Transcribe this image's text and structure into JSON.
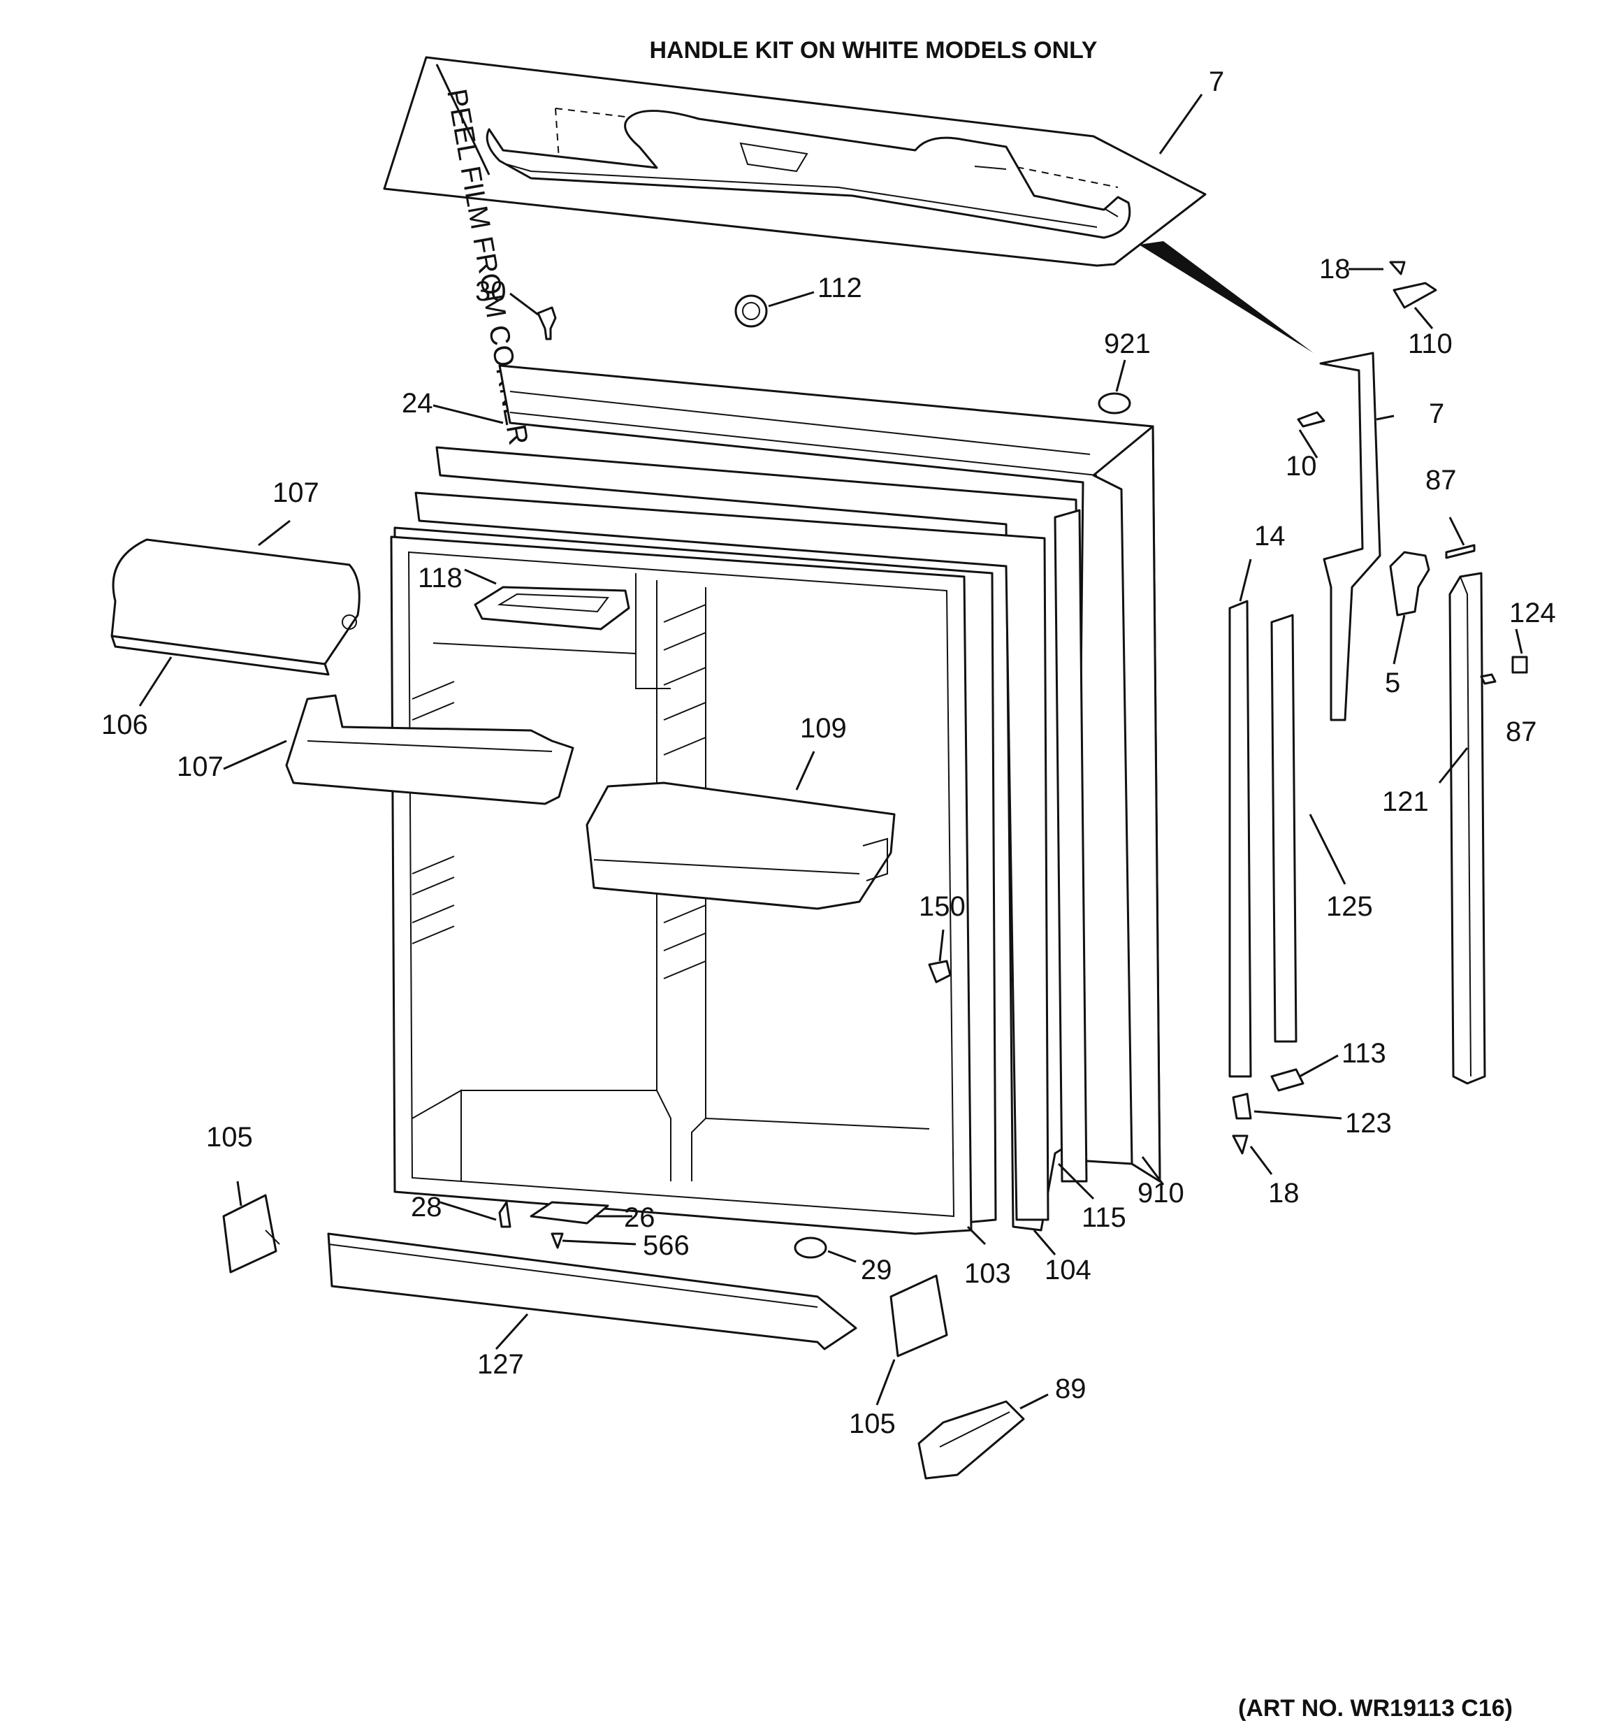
{
  "header": {
    "title": "HANDLE KIT ON WHITE MODELS ONLY",
    "film_note": "PEEL FILM FROM CORNER"
  },
  "footer": {
    "art_no": "(ART NO. WR19113 C16)"
  },
  "labels": {
    "p7a": "7",
    "p7b": "7",
    "p18a": "18",
    "p18b": "18",
    "p110": "110",
    "p30": "30",
    "p112": "112",
    "p921": "921",
    "p24": "24",
    "p10": "10",
    "p87a": "87",
    "p87b": "87",
    "p107a": "107",
    "p107b": "107",
    "p118": "118",
    "p14": "14",
    "p124": "124",
    "p5": "5",
    "p106": "106",
    "p109": "109",
    "p121": "121",
    "p150": "150",
    "p125": "125",
    "p113": "113",
    "p123": "123",
    "p105a": "105",
    "p105b": "105",
    "p910": "910",
    "p28": "28",
    "p26": "26",
    "p115": "115",
    "p566": "566",
    "p29": "29",
    "p103": "103",
    "p104": "104",
    "p127": "127",
    "p89": "89"
  }
}
